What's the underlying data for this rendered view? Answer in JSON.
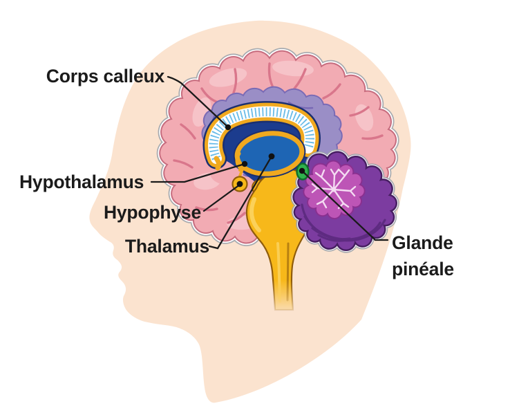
{
  "labels": {
    "corps_calleux": "Corps calleux",
    "hypothalamus": "Hypothalamus",
    "hypophyse": "Hypophyse",
    "thalamus": "Thalamus",
    "glande_pineale_line1": "Glande",
    "glande_pineale_line2": "pinéale"
  },
  "colors": {
    "skin": "#FBE3CF",
    "cortex_pink": "#F2ABB3",
    "limbic_lavender": "#9A8EC6",
    "corpus_callosum_gold": "#F0A91F",
    "striation_blue": "#69BBE7",
    "ventricle_navy": "#1C3C8E",
    "thalamus_blue": "#1E65B4",
    "brainstem_gold": "#F7B81A",
    "cerebellum_outer": "#7C3CA0",
    "cerebellum_inner": "#BD55B6",
    "pineal_green": "#2FB14D",
    "label_text": "#1b1b1b",
    "leader_line": "#1a1a1a"
  }
}
